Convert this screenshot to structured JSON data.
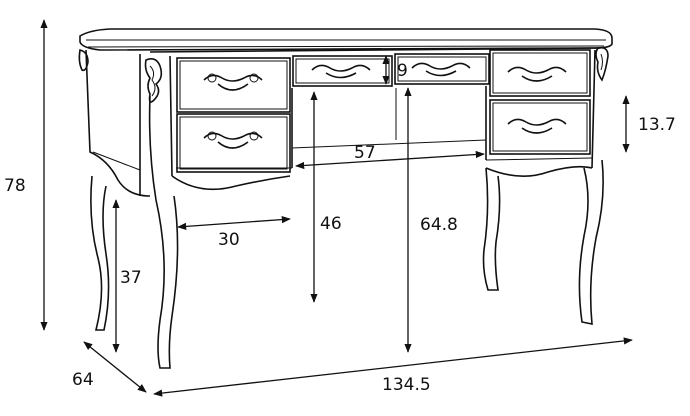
{
  "diagram": {
    "subject": "writing desk with drawers",
    "dimensions": {
      "overall_height": "78",
      "depth": "64",
      "width": "134.5",
      "leg_gap_height": "37",
      "side_drawer_width": "30",
      "knee_height": "46",
      "center_height": "64.8",
      "knee_width": "57",
      "center_drawer_height": "9",
      "side_drawer_height": "13.7"
    }
  }
}
